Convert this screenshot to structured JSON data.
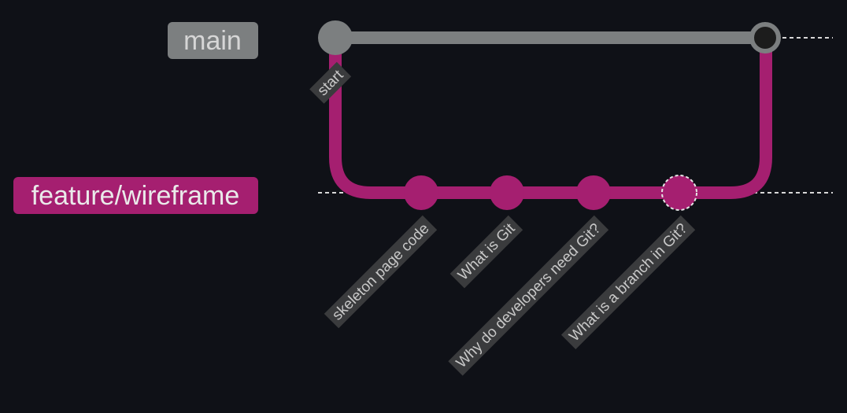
{
  "colors": {
    "background": "#0f1117",
    "main": "#7c7f80",
    "feature": "#a51f70",
    "label_bg": "#3a3b3d",
    "label_text": "#c8c8c8",
    "dashed": "#d8d8d8",
    "head_fill": "#1c1c1c"
  },
  "branches": [
    {
      "id": "main",
      "name": "main",
      "color": "#7c7f80",
      "text_color": "#d6d6d6"
    },
    {
      "id": "feature",
      "name": "feature/wireframe",
      "color": "#a51f70",
      "text_color": "#eaeaea"
    }
  ],
  "commits": [
    {
      "id": "c0",
      "branch": "main",
      "label": "start",
      "type": "normal"
    },
    {
      "id": "c1",
      "branch": "feature",
      "label": "skeleton page code",
      "type": "normal"
    },
    {
      "id": "c2",
      "branch": "feature",
      "label": "What is Git",
      "type": "normal"
    },
    {
      "id": "c3",
      "branch": "feature",
      "label": "Why do developers need Git?",
      "type": "normal"
    },
    {
      "id": "c4",
      "branch": "feature",
      "label": "What is a branch in Git?",
      "type": "highlight"
    },
    {
      "id": "c5",
      "branch": "main",
      "label": "",
      "type": "merge"
    }
  ]
}
